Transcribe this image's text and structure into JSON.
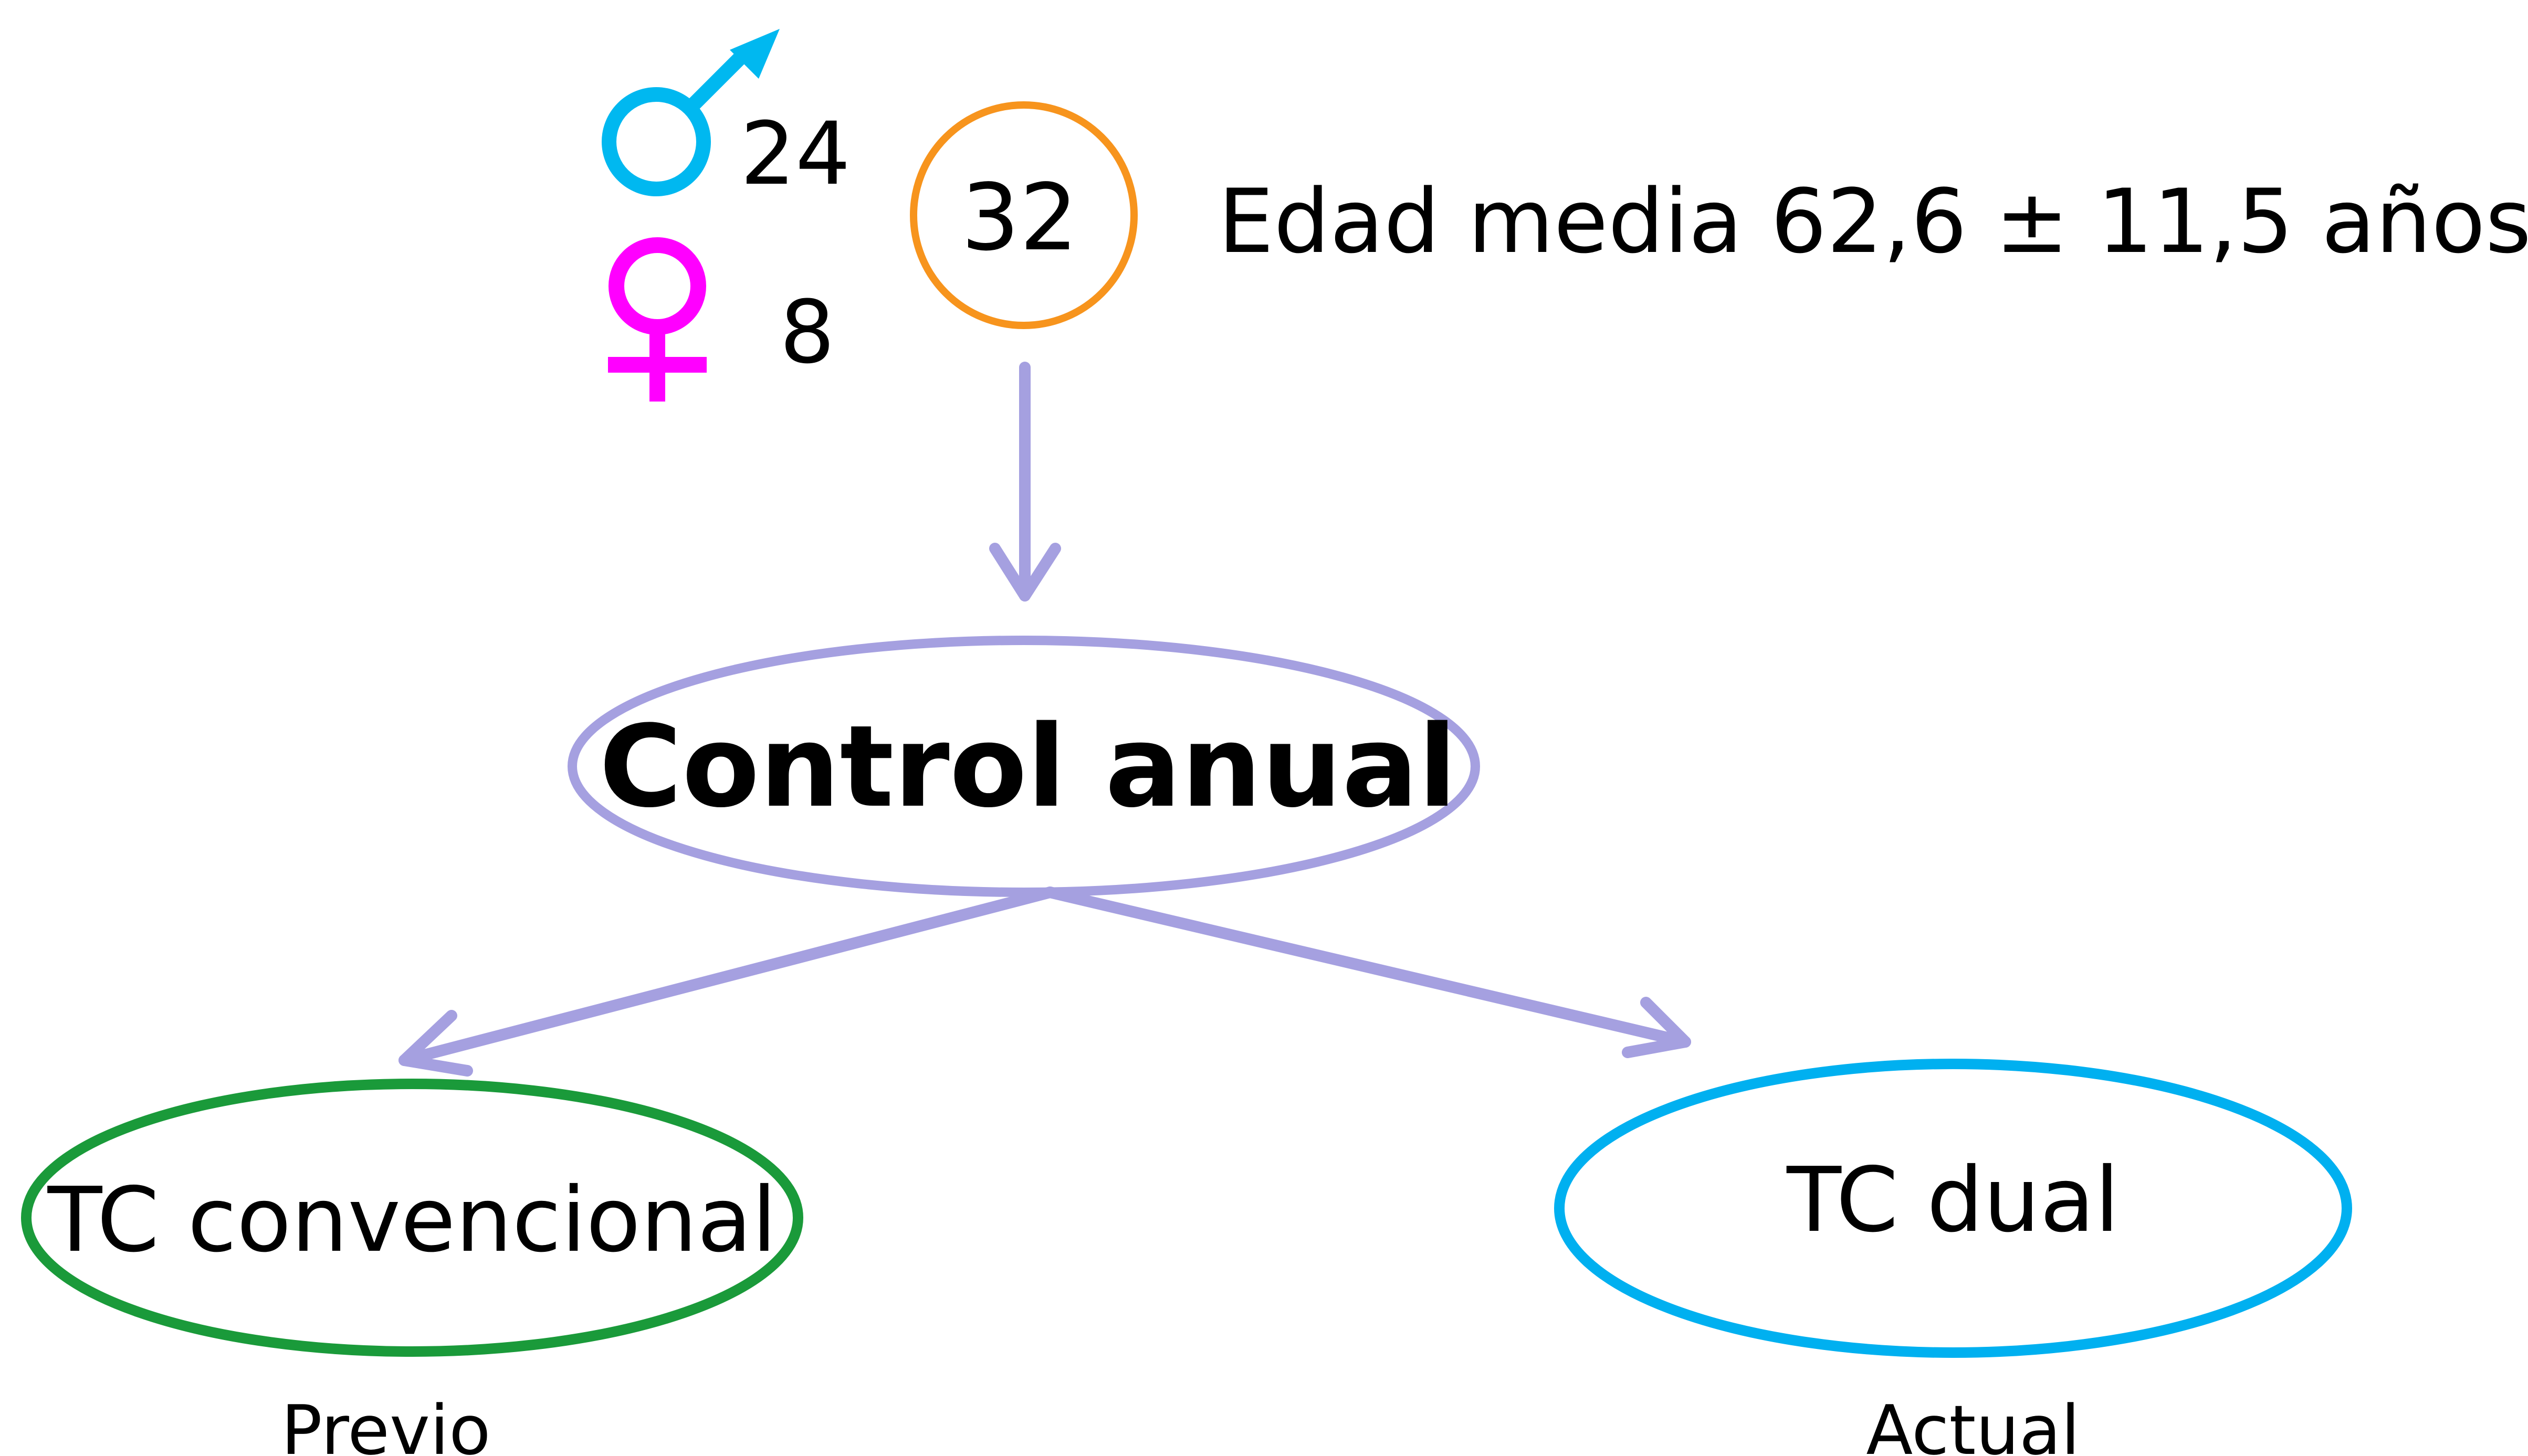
{
  "colors": {
    "male": "#00b8f0",
    "female": "#ff00ff",
    "total": "#f7941d",
    "arrow": "#a5a0e0",
    "control": "#a5a0e0",
    "conventional": "#1a9a3a",
    "dual": "#00b0f0",
    "text": "#000000"
  },
  "demographics": {
    "male_icon": "male-symbol-icon",
    "female_icon": "female-symbol-icon",
    "male_count": "24",
    "female_count": "8",
    "total": "32",
    "age_text": "Edad media 62,6 ± 11,5 años"
  },
  "control": {
    "label": "Control anual"
  },
  "branches": {
    "left": {
      "label": "TC convencional",
      "sublabel": "Previo"
    },
    "right": {
      "label": "TC dual",
      "sublabel": "Actual"
    }
  }
}
